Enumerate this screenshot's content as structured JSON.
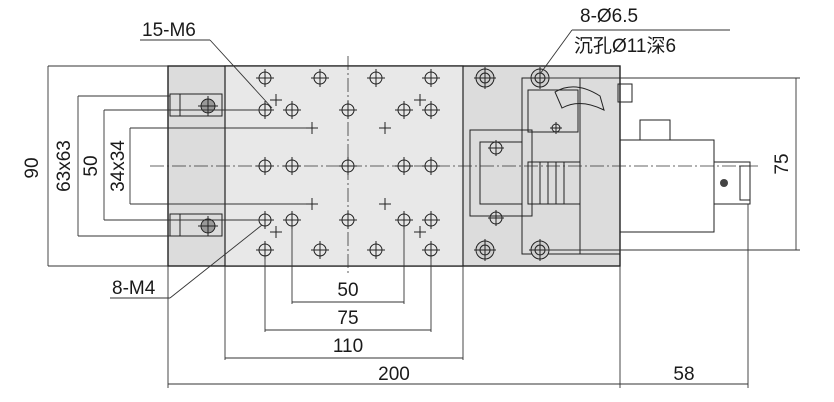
{
  "labels": {
    "m6_holes": "15-M6",
    "cbore_line1": "8-Ø6.5",
    "cbore_line2": "沉孔Ø11深6",
    "m4_holes": "8-M4"
  },
  "dimensions": {
    "height_90": "90",
    "spacing_63x63": "63x63",
    "spacing_50_v": "50",
    "spacing_34x34": "34x34",
    "height_75": "75",
    "width_50": "50",
    "width_75": "75",
    "width_110": "110",
    "length_200": "200",
    "motor_58": "58"
  },
  "colors": {
    "line": "#222222",
    "body_fill": "#dcdcdc",
    "plate_fill": "#e8e8e8",
    "background": "#ffffff"
  }
}
